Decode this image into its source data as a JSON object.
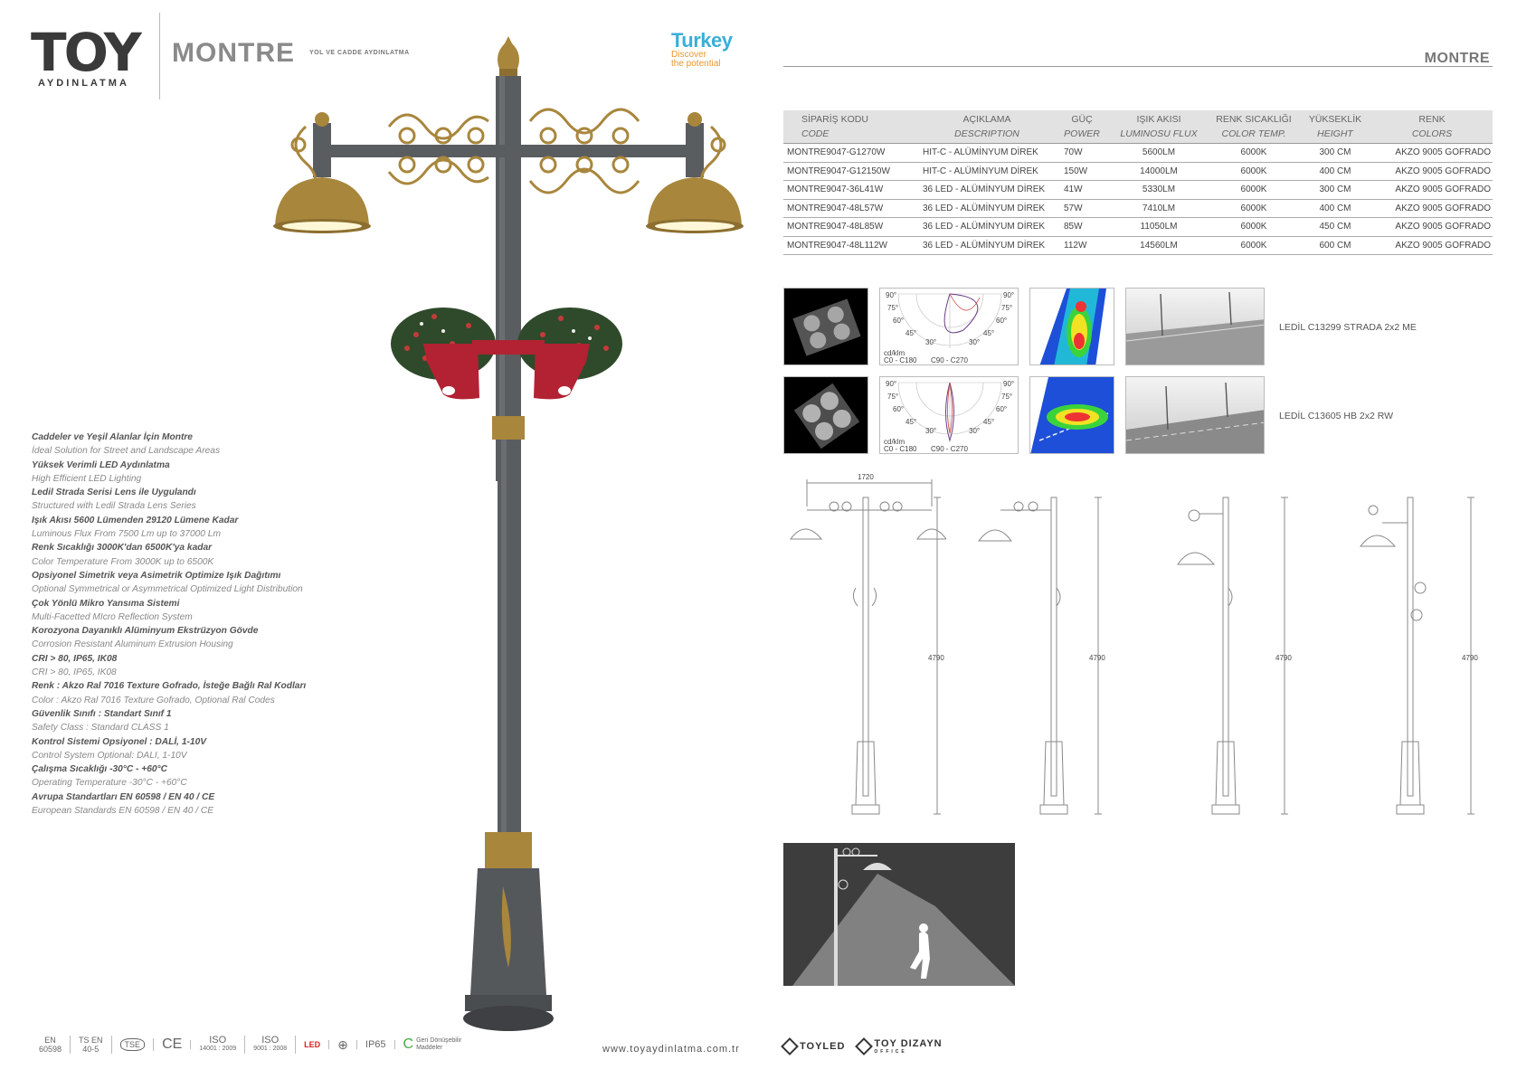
{
  "brand": {
    "logo_text": "TOY",
    "logo_sub": "AYDINLATMA"
  },
  "product": {
    "title": "MONTRE",
    "subtitle": "YOL VE CADDE AYDINLATMA"
  },
  "turkey": {
    "word": "Turkey",
    "tag_line1": "Discover",
    "tag_line2": "the potential"
  },
  "features": [
    {
      "tr": "Caddeler ve Yeşil Alanlar İçin Montre",
      "en": "İdeal Solution for Street and Landscape Areas"
    },
    {
      "tr": "Yüksek Verimli LED Aydınlatma",
      "en": "High Efficient LED Lighting"
    },
    {
      "tr": "Ledil Strada Serisi Lens ile Uygulandı",
      "en": "Structured with Ledil Strada Lens Series"
    },
    {
      "tr": "Işık Akısı 5600 Lümenden 29120 Lümene Kadar",
      "en": "Luminous Flux From 7500 Lm up to 37000 Lm"
    },
    {
      "tr": "Renk Sıcaklığı 3000K'dan 6500K'ya kadar",
      "en": "Color Temperature From 3000K up to 6500K"
    },
    {
      "tr": "Opsiyonel Simetrik veya Asimetrik Optimize Işık Dağıtımı",
      "en": "Optional Symmetrical or Asymmetrical Optimized Light Distribution"
    },
    {
      "tr": "Çok Yönlü Mikro Yansıma Sistemi",
      "en": "Multi-Facetted MIcro Reflection System"
    },
    {
      "tr": "Korozyona Dayanıklı Alüminyum Ekstrüzyon Gövde",
      "en": "Corrosion Resistant Aluminum Extrusion Housing"
    },
    {
      "tr": "CRI > 80, IP65, IK08",
      "en": "CRI > 80, IP65, IK08"
    },
    {
      "tr": "Renk : Akzo Ral 7016 Texture Gofrado, İsteğe Bağlı Ral Kodları",
      "en": "Color : Akzo Ral 7016 Texture Gofrado, Optional Ral Codes"
    },
    {
      "tr": "Güvenlik Sınıfı : Standart Sınıf 1",
      "en": "Safety Class : Standard CLASS 1"
    },
    {
      "tr": "Kontrol Sistemi Opsiyonel : DALİ, 1-10V",
      "en": "Control System Optional: DALI, 1-10V"
    },
    {
      "tr": "Çalışma Sıcaklığı  -30°C - +60°C",
      "en": "Operating Temperature -30°C - +60°C"
    },
    {
      "tr": "Avrupa Standartları EN 60598 / EN 40 / CE",
      "en": "European Standards EN 60598 / EN 40 / CE"
    }
  ],
  "certs": [
    {
      "l1": "EN",
      "l2": "60598"
    },
    {
      "l1": "TS EN",
      "l2": "40-5"
    },
    {
      "l1": "TSE",
      "l2": ""
    },
    {
      "l1": "CE",
      "l2": ""
    },
    {
      "l1": "ISO",
      "l2": "14001 : 2009"
    },
    {
      "l1": "ISO",
      "l2": "9001 : 2008"
    },
    {
      "l1": "LED",
      "l2": ""
    },
    {
      "l1": "⊕",
      "l2": ""
    },
    {
      "l1": "IP65",
      "l2": ""
    },
    {
      "l1": "Geri Dönüşebilir",
      "l2": "Maddeler"
    }
  ],
  "site_url": "www.toyaydinlatma.com.tr",
  "right": {
    "title": "MONTRE",
    "table": {
      "headers": [
        {
          "tr": "SİPARİŞ KODU",
          "en": "CODE"
        },
        {
          "tr": "AÇIKLAMA",
          "en": "DESCRIPTION"
        },
        {
          "tr": "GÜÇ",
          "en": "POWER"
        },
        {
          "tr": "IŞIK AKISI",
          "en": "LUMINOSU FLUX"
        },
        {
          "tr": "RENK SICAKLIĞI",
          "en": "COLOR TEMP."
        },
        {
          "tr": "YÜKSEKLİK",
          "en": "HEIGHT"
        },
        {
          "tr": "RENK",
          "en": "COLORS"
        }
      ],
      "rows": [
        [
          "MONTRE9047-G1270W",
          "HIT-C - ALÜMİNYUM DİREK",
          "70W",
          "5600LM",
          "6000K",
          "300 CM",
          "AKZO 9005 GOFRADO"
        ],
        [
          "MONTRE9047-G12150W",
          "HIT-C - ALÜMİNYUM DİREK",
          "150W",
          "14000LM",
          "6000K",
          "400 CM",
          "AKZO 9005 GOFRADO"
        ],
        [
          "MONTRE9047-36L41W",
          "36 LED - ALÜMİNYUM DİREK",
          "41W",
          "5330LM",
          "6000K",
          "300 CM",
          "AKZO 9005 GOFRADO"
        ],
        [
          "MONTRE9047-48L57W",
          "36 LED - ALÜMİNYUM DİREK",
          "57W",
          "7410LM",
          "6000K",
          "400 CM",
          "AKZO 9005 GOFRADO"
        ],
        [
          "MONTRE9047-48L85W",
          "36 LED - ALÜMİNYUM DİREK",
          "85W",
          "11050LM",
          "6000K",
          "450 CM",
          "AKZO 9005 GOFRADO"
        ],
        [
          "MONTRE9047-48L112W",
          "36 LED - ALÜMİNYUM DİREK",
          "112W",
          "14560LM",
          "6000K",
          "600 CM",
          "AKZO 9005 GOFRADO"
        ]
      ]
    },
    "lens": [
      {
        "label": "LEDİL C13299 STRADA 2x2 ME"
      },
      {
        "label": "LEDİL C13605 HB 2x2 RW"
      }
    ],
    "polar": {
      "a90": "90°",
      "a75": "75°",
      "a60": "60°",
      "a45": "45°",
      "a30": "30°",
      "unit": "cd/klm",
      "legend1": "C0 - C180",
      "legend2": "C90 - C270"
    },
    "dims": {
      "width": "1720",
      "height": "4790"
    },
    "footer_brands": [
      {
        "name": "TOYLED",
        "sub": ""
      },
      {
        "name": "TOY DIZAYN",
        "sub": "OFFICE"
      }
    ]
  },
  "colors": {
    "pole": "#5a5d60",
    "bronze": "#a8863c",
    "planter": "#b22233",
    "accent_blue": "#3aaed8"
  }
}
